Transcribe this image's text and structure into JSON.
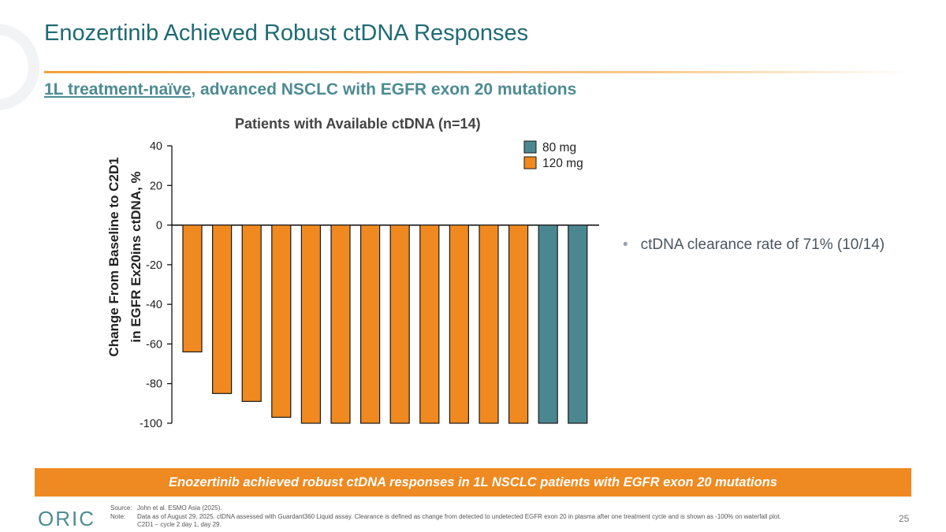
{
  "slide": {
    "title": "Enozertinib Achieved Robust ctDNA Responses",
    "subtitle_underlined": "1L treatment-naïve",
    "subtitle_rest": ", advanced NSCLC with EGFR exon 20 mutations",
    "bullet": "ctDNA clearance rate of 71% (10/14)",
    "banner": "Enozertinib achieved robust ctDNA responses in 1L NSCLC patients with EGFR exon 20 mutations",
    "logo_text": "ORIC",
    "footnotes": {
      "source_key": "Source:",
      "source_text": "John et al. ESMO Asia (2025).",
      "note_key": "Note:",
      "note_text": "Data as of August 29, 2025. ctDNA assessed with Guardant360 Liquid assay. Clearance is defined as change from detected to undetected EGFR exon 20 in plasma after one treatment cycle and is shown as -100% on waterfall plot.",
      "note_text2": "C2D1 – cycle 2 day 1, day 29."
    },
    "page_number": "25"
  },
  "chart_data": {
    "type": "bar",
    "title": "Patients with Available ctDNA (n=14)",
    "ylabel_line1": "Change From Baseline to C2D1",
    "ylabel_line2": "in EGFR Ex20ins ctDNA, %",
    "ylim": [
      -100,
      40
    ],
    "yticks": [
      40,
      20,
      0,
      -20,
      -40,
      -60,
      -80,
      -100
    ],
    "legend_position": "top-right",
    "series": [
      {
        "name": "80 mg",
        "color": "#4b8790"
      },
      {
        "name": "120 mg",
        "color": "#f0891f"
      }
    ],
    "bars": [
      {
        "value": -64,
        "series": "120 mg"
      },
      {
        "value": -85,
        "series": "120 mg"
      },
      {
        "value": -89,
        "series": "120 mg"
      },
      {
        "value": -97,
        "series": "120 mg"
      },
      {
        "value": -100,
        "series": "120 mg"
      },
      {
        "value": -100,
        "series": "120 mg"
      },
      {
        "value": -100,
        "series": "120 mg"
      },
      {
        "value": -100,
        "series": "120 mg"
      },
      {
        "value": -100,
        "series": "120 mg"
      },
      {
        "value": -100,
        "series": "120 mg"
      },
      {
        "value": -100,
        "series": "120 mg"
      },
      {
        "value": -100,
        "series": "120 mg"
      },
      {
        "value": -100,
        "series": "80 mg"
      },
      {
        "value": -100,
        "series": "80 mg"
      }
    ]
  }
}
